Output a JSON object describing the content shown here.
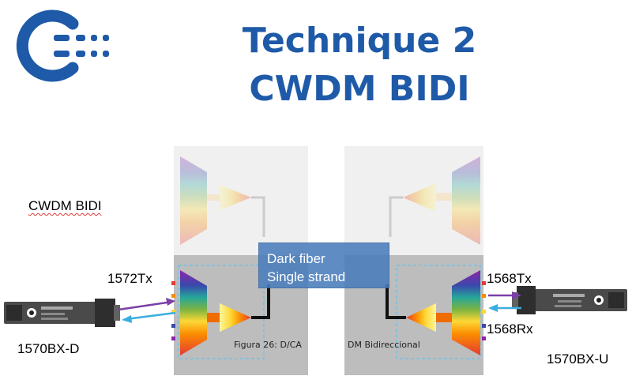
{
  "title": {
    "line1": "Technique 2",
    "line2": "CWDM BIDI"
  },
  "labels": {
    "cwdm_bidi": "CWDM BIDI",
    "left_tx": "1572Tx",
    "left_module": "1570BX-D",
    "right_tx": "1568Tx",
    "right_rx": "1568Rx",
    "right_module": "1570BX-U"
  },
  "fiber": {
    "line1": "Dark fiber",
    "line2": "Single strand"
  },
  "caption": {
    "left": "Figura 26:  D/CA",
    "right": "DM Bidireccional"
  },
  "colors": {
    "title": "#1e5aa8",
    "fiber_box": "#4a7ebb",
    "tx_arrow": "#7b3fa6",
    "rx_arrow": "#3aaee0"
  },
  "icons": {
    "logo": "brand-logo-icon",
    "transceiver": "sfp-transceiver-icon"
  }
}
